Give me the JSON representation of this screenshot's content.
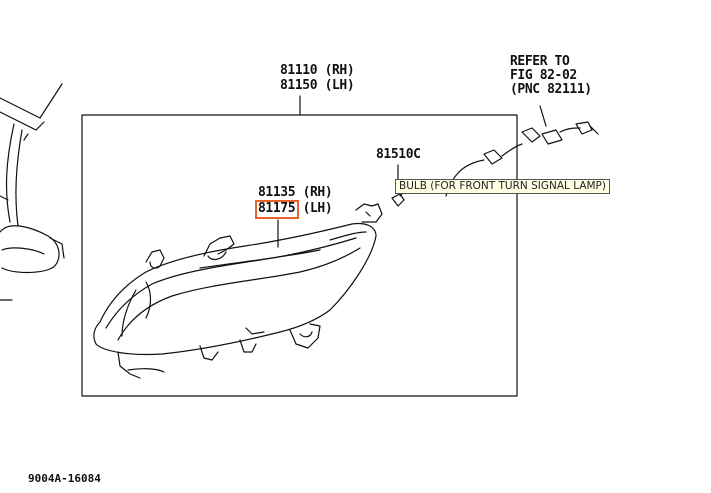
{
  "parts": {
    "headlamp_rh": "81110",
    "headlamp_rh_side": "(RH)",
    "headlamp_lh": "81150",
    "headlamp_lh_side": "(LH)",
    "unit_rh": "81135",
    "unit_rh_side": "(RH)",
    "unit_lh": "81175",
    "unit_lh_side": "(LH)",
    "bulb": "81510C"
  },
  "refer": {
    "line1": "REFER TO",
    "line2": "FIG 82-02",
    "line3": "(PNC 82111)"
  },
  "tooltip": "BULB (FOR FRONT TURN SIGNAL LAMP)",
  "diagram_code": "9004A-16084",
  "colors": {
    "selection": "#e8622a",
    "tooltip_bg": "#ffffe4",
    "ink": "#111111"
  }
}
